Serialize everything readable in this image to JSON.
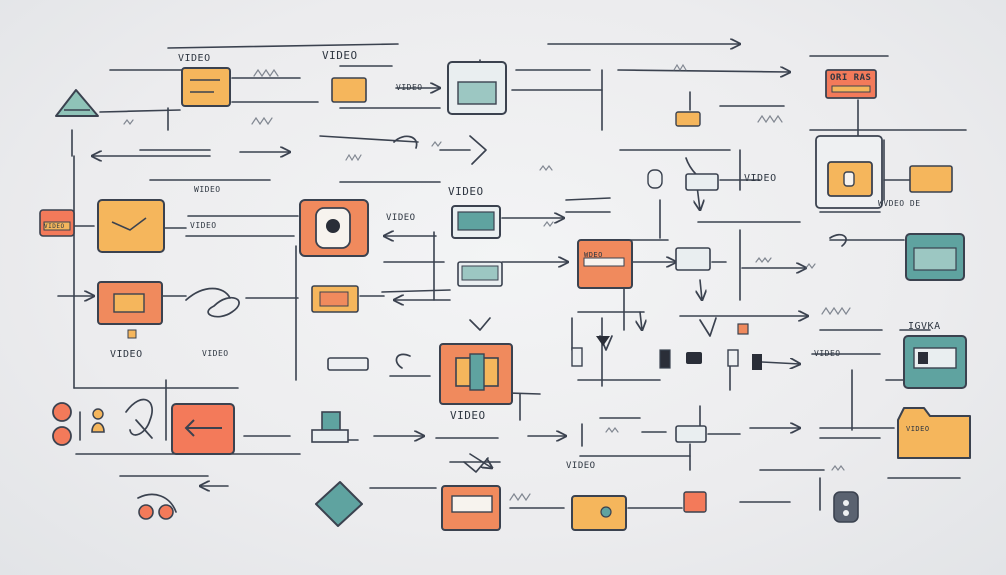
{
  "colors": {
    "line": "#3a4250",
    "orange": "#f08a5d",
    "amber": "#f5b65c",
    "teal": "#5fa3a0",
    "teal_light": "#9cc7c2",
    "salmon": "#f37a5a",
    "paper": "#eef0f2"
  },
  "labels": {
    "l1": "VIDEO",
    "l2": "VIDEO",
    "l3": "VIDEO",
    "l4": "ORI RAS",
    "l5": "VIDEO",
    "l6": "WVDEO DE",
    "l7": "VIDEO",
    "l8": "VIDEO",
    "l9": "VIDEO",
    "l10": "WIDEO",
    "l11": "VIDEO",
    "l12": "WDEO",
    "l13": "VIDEO",
    "l14": "VIDEO",
    "l15": "VIDEO",
    "l16": "IGVKA",
    "l17": "VIDEO",
    "l18": "VIDEO",
    "l19": "VIDEO"
  },
  "icons": [
    "warning-triangle-icon",
    "clipboard-icon",
    "camera-icon",
    "folder-icon",
    "lock-icon",
    "gear-icon"
  ]
}
